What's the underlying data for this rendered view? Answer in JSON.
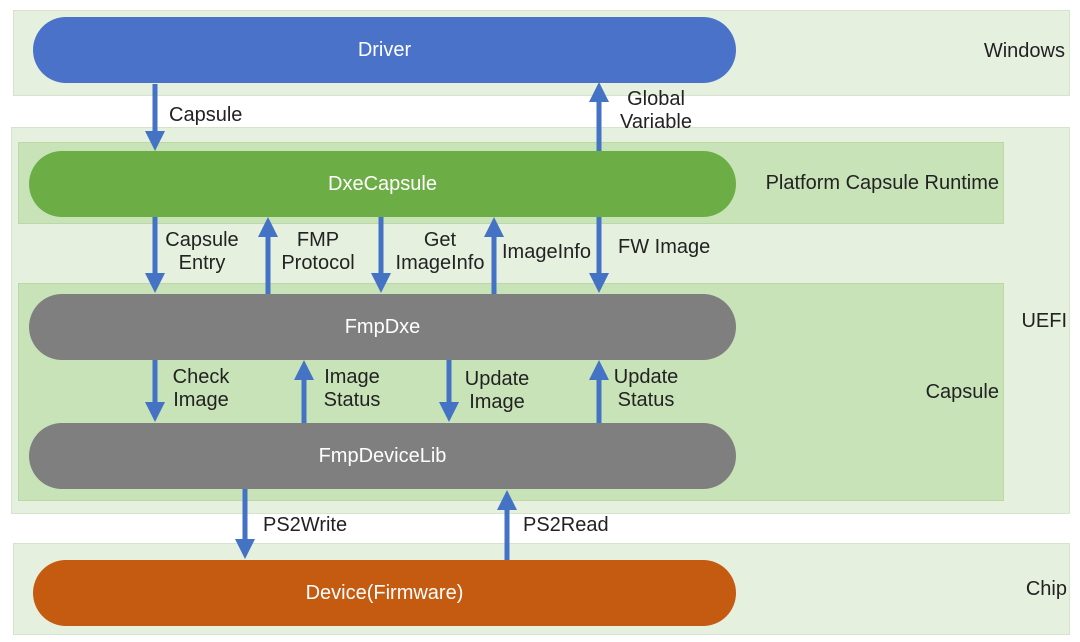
{
  "layers": {
    "windows": "Windows",
    "uefi": "UEFI",
    "platform_capsule_runtime": "Platform Capsule Runtime",
    "capsule": "Capsule",
    "chip": "Chip"
  },
  "nodes": {
    "driver": "Driver",
    "dxecapsule": "DxeCapsule",
    "fmpdxe": "FmpDxe",
    "fmpdevicelib": "FmpDeviceLib",
    "device": "Device(Firmware)"
  },
  "edges": {
    "capsule": "Capsule",
    "global_variable": "Global\nVariable",
    "capsule_entry": "Capsule\nEntry",
    "fmp_protocol": "FMP\nProtocol",
    "get_imageinfo": "Get\nImageInfo",
    "imageinfo": "ImageInfo",
    "fw_image": "FW Image",
    "check_image": "Check\nImage",
    "image_status": "Image\nStatus",
    "update_image": "Update\nImage",
    "update_status": "Update\nStatus",
    "ps2write": "PS2Write",
    "ps2read": "PS2Read"
  },
  "colors": {
    "arrow": "#4472c4",
    "driver": "#4a72c9",
    "dxecapsule": "#6cae45",
    "fmp": "#7f7f7f",
    "device": "#c55a11",
    "outer_band": "#e5f0df",
    "inner_band": "#c9e3b9"
  }
}
